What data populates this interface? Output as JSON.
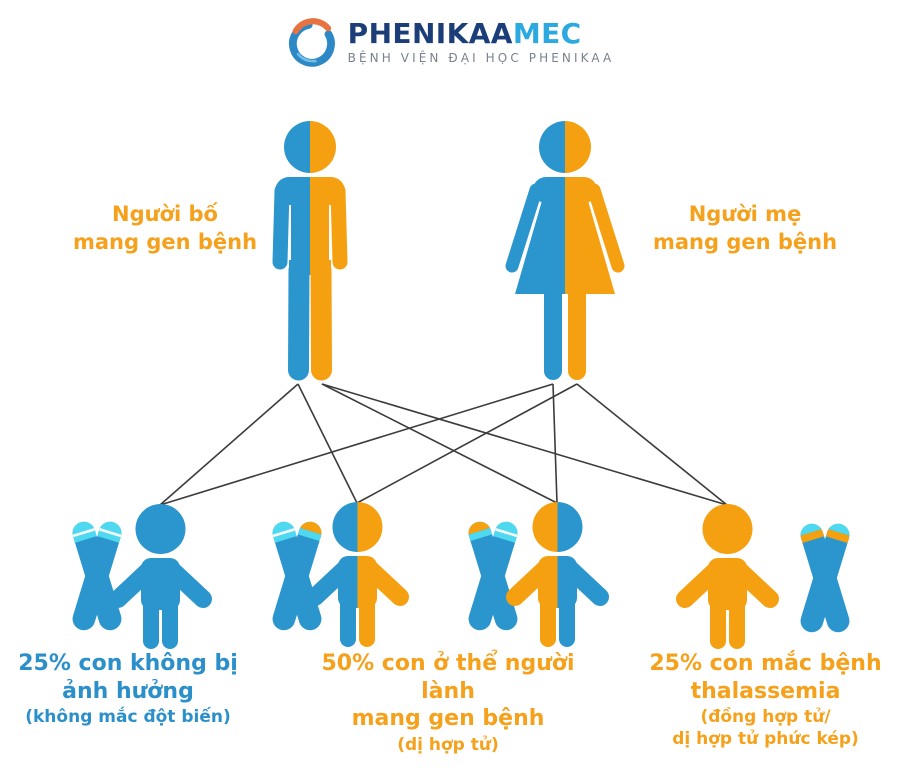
{
  "palette": {
    "blue": "#2B96CD",
    "orange": "#F5A011",
    "cyan_tip": "#4ED9F0",
    "tip_stripe": "#EFFDFF",
    "line_color": "#3C3C3C",
    "caption_blue": "#2B8FC9",
    "caption_orange": "#F5A11C",
    "logo_navy": "#1C3E78",
    "logo_light_blue": "#2BA9E0",
    "logo_arc_orange": "#E77340",
    "logo_ring_blue": "#2C89C6",
    "logo_subtitle_gray": "#7A818D",
    "background": "#FFFFFF"
  },
  "logo": {
    "brand_primary": "PHENIKAA",
    "brand_secondary": "MEC",
    "subtitle": "BỆNH VIỆN ĐẠI HỌC PHENIKAA"
  },
  "parents": [
    {
      "id": "father",
      "label": [
        "Người bố",
        "mang gen bệnh"
      ],
      "body_left_color": "blue",
      "body_right_color": "orange"
    },
    {
      "id": "mother",
      "label": [
        "Người mẹ",
        "mang gen bệnh"
      ],
      "body_left_color": "blue",
      "body_right_color": "orange"
    }
  ],
  "children": [
    {
      "id": "child-unaffected",
      "body": "blue",
      "chromosome_tips": [
        "normal",
        "normal"
      ],
      "chromosome_side": "left"
    },
    {
      "id": "child-carrier-a",
      "body_left": "blue",
      "body_right": "orange",
      "chromosome_tips": [
        "normal",
        "mutated"
      ],
      "chromosome_side": "left"
    },
    {
      "id": "child-carrier-b",
      "body_left": "orange",
      "body_right": "blue",
      "chromosome_tips": [
        "mutated",
        "normal"
      ],
      "chromosome_side": "left"
    },
    {
      "id": "child-affected",
      "body": "orange",
      "chromosome_tips": [
        "mutated",
        "mutated"
      ],
      "chromosome_side": "right"
    }
  ],
  "captions": [
    {
      "color": "blue",
      "lines": [
        "25% con không bị",
        "ảnh hưởng"
      ],
      "note": [
        "(không mắc đột biến)"
      ]
    },
    {
      "color": "orange",
      "lines": [
        "50% con ở thể người lành",
        "mang gen bệnh"
      ],
      "note": [
        "(dị hợp tử)"
      ]
    },
    {
      "color": "orange",
      "lines": [
        "25% con mắc bệnh",
        "thalassemia"
      ],
      "note": [
        "(đồng hợp tử/",
        "dị hợp tử phức kép)"
      ]
    }
  ]
}
